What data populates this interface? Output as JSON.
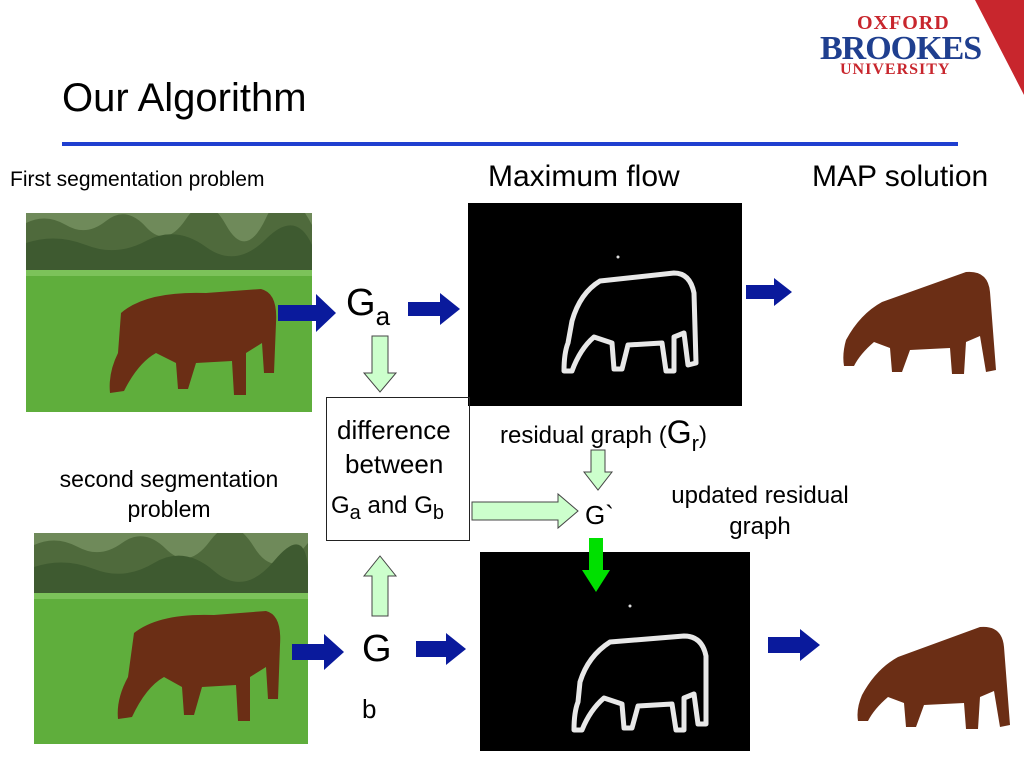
{
  "logo": {
    "line1": "OXFORD",
    "line2": "BROOKES",
    "line3": "UNIVERSITY"
  },
  "slide": {
    "title": "Our Algorithm"
  },
  "labels": {
    "first_problem": "First segmentation problem",
    "max_flow": "Maximum flow",
    "map_solution": "MAP solution",
    "second_problem": "second segmentation problem",
    "residual_prefix": "residual graph (",
    "residual_letter": "G",
    "residual_sub": "r",
    "residual_suffix": ")",
    "g_prime": "G`",
    "updated_residual": "updated residual graph"
  },
  "graph_a": {
    "letter": "G",
    "sub": "a"
  },
  "graph_b": {
    "letter": "G",
    "sub": "b"
  },
  "difference_box": {
    "line1": "difference",
    "line2": "between",
    "ga_letter": "G",
    "ga_sub": "a",
    "and": " and ",
    "gb_letter": "G",
    "gb_sub": "b"
  },
  "colors": {
    "title_rule": "#1f3fd0",
    "blue_arrow": "#0a1a9c",
    "light_green_arrow": "#ccffcc",
    "bright_green_arrow": "#00e000",
    "logo_red": "#c8262d",
    "logo_blue": "#1f3f8f"
  }
}
